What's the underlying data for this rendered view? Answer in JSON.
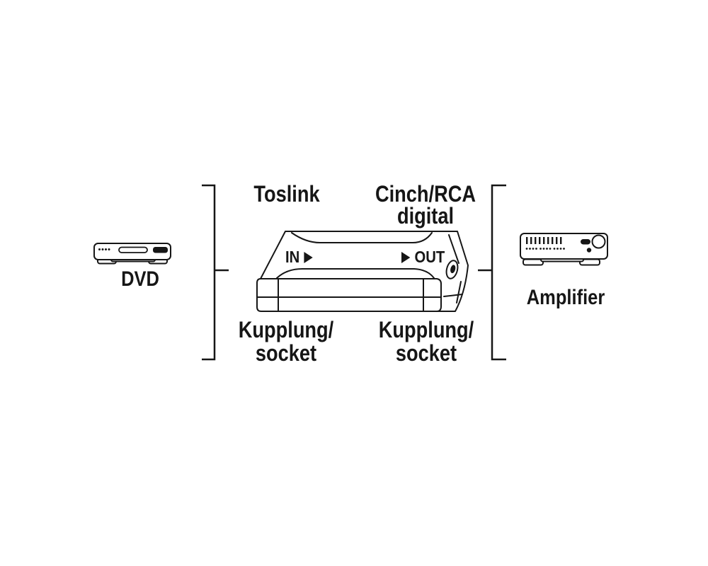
{
  "colors": {
    "background": "#ffffff",
    "line": "#161616",
    "text": "#161616"
  },
  "diagram": {
    "source_device": {
      "label": "DVD",
      "icon": "dvd-player-icon"
    },
    "target_device": {
      "label": "Amplifier",
      "icon": "amplifier-icon"
    },
    "brackets": {
      "left_icon": "left-bracket",
      "right_icon": "right-bracket"
    },
    "converter": {
      "icon": "converter-box-icon",
      "connector_icon": "rca-connector-icon",
      "in_port_label": "IN",
      "out_port_label": "OUT",
      "in_arrow_icon": "right-arrow-icon",
      "out_arrow_icon": "right-arrow-icon",
      "input_type_label": "Toslink",
      "output_type_label_line1": "Cinch/RCA",
      "output_type_label_line2": "digital",
      "input_socket_label_line1": "Kupplung/",
      "input_socket_label_line2": "socket",
      "output_socket_label_line1": "Kupplung/",
      "output_socket_label_line2": "socket"
    }
  }
}
